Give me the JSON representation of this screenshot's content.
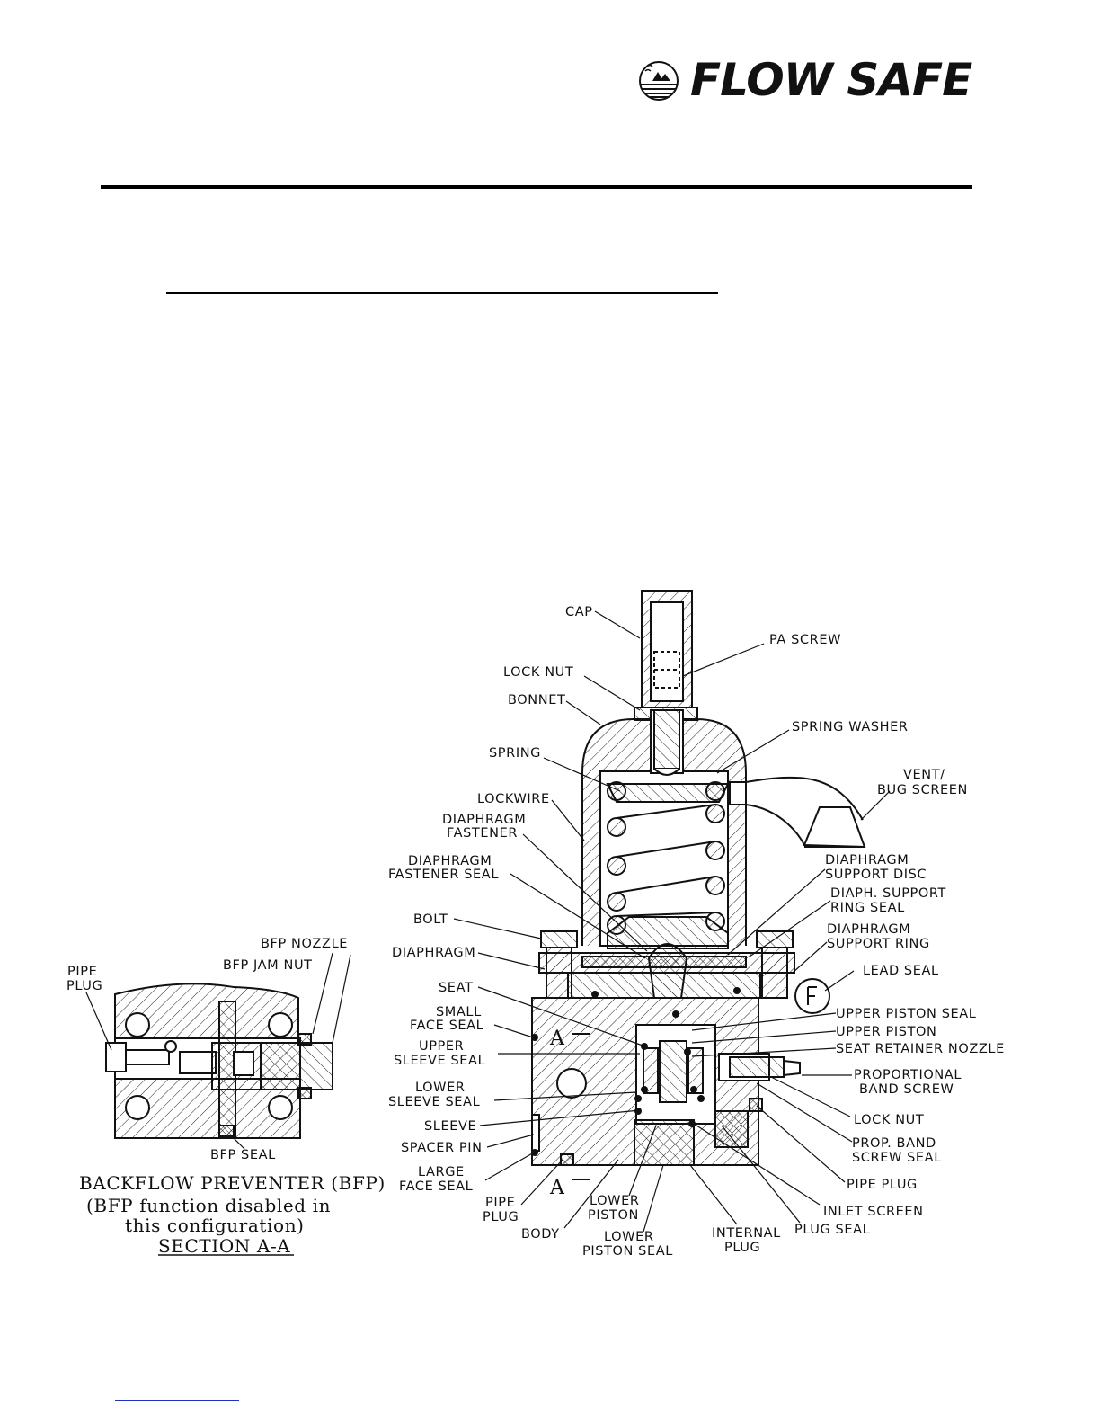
{
  "brand": {
    "name": "FLOW SAFE"
  },
  "diagram": {
    "parts": {
      "cap": "CAP",
      "pa_screw": "PA SCREW",
      "lock_nut_top": "LOCK NUT",
      "bonnet": "BONNET",
      "spring_washer": "SPRING WASHER",
      "spring": "SPRING",
      "vent_1": "VENT/",
      "vent_2": "BUG SCREEN",
      "lockwire": "LOCKWIRE",
      "diaphragm_fastener_1": "DIAPHRAGM",
      "diaphragm_fastener_2": "FASTENER",
      "dfs_1": "DIAPHRAGM",
      "dfs_2": "FASTENER SEAL",
      "dsd_1": "DIAPHRAGM",
      "dsd_2": "SUPPORT DISC",
      "dsrs_1": "DIAPH. SUPPORT",
      "dsrs_2": "RING SEAL",
      "bolt": "BOLT",
      "dsr_1": "DIAPHRAGM",
      "dsr_2": "SUPPORT RING",
      "diaphragm": "DIAPHRAGM",
      "lead_seal": "LEAD SEAL",
      "seat": "SEAT",
      "upper_piston_seal": "UPPER PISTON SEAL",
      "small_face_seal_1": "SMALL",
      "small_face_seal_2": "FACE SEAL",
      "upper_piston": "UPPER PISTON",
      "seat_retainer_nozzle": "SEAT RETAINER NOZZLE",
      "upper_sleeve_seal_1": "UPPER",
      "upper_sleeve_seal_2": "SLEEVE SEAL",
      "prop_band_screw_1": "PROPORTIONAL",
      "prop_band_screw_2": "BAND SCREW",
      "lower_sleeve_seal_1": "LOWER",
      "lower_sleeve_seal_2": "SLEEVE SEAL",
      "lock_nut_side": "LOCK NUT",
      "sleeve": "SLEEVE",
      "pbss_1": "PROP. BAND",
      "pbss_2": "SCREW SEAL",
      "spacer_pin": "SPACER PIN",
      "large_face_seal_1": "LARGE",
      "large_face_seal_2": "FACE SEAL",
      "pipe_plug_right": "PIPE PLUG",
      "pipe_plug_bottom_1": "PIPE",
      "pipe_plug_bottom_2": "PLUG",
      "lower_piston_1": "LOWER",
      "lower_piston_2": "PISTON",
      "inlet_screen": "INLET SCREEN",
      "body": "BODY",
      "lower_piston_seal_1": "LOWER",
      "lower_piston_seal_2": "PISTON SEAL",
      "internal_plug_1": "INTERNAL",
      "internal_plug_2": "PLUG",
      "plug_seal": "PLUG SEAL",
      "section_mark_top": "A",
      "section_mark_bottom": "A"
    },
    "bfp": {
      "bfp_nozzle": "BFP NOZZLE",
      "pipe_plug_1": "PIPE",
      "pipe_plug_2": "PLUG",
      "bfp_jam_nut": "BFP JAM NUT",
      "bfp_seal": "BFP SEAL",
      "caption_1": "BACKFLOW PREVENTER (BFP)",
      "caption_2": "(BFP function disabled in",
      "caption_3": "this configuration)",
      "caption_4": "SECTION A-A"
    }
  }
}
